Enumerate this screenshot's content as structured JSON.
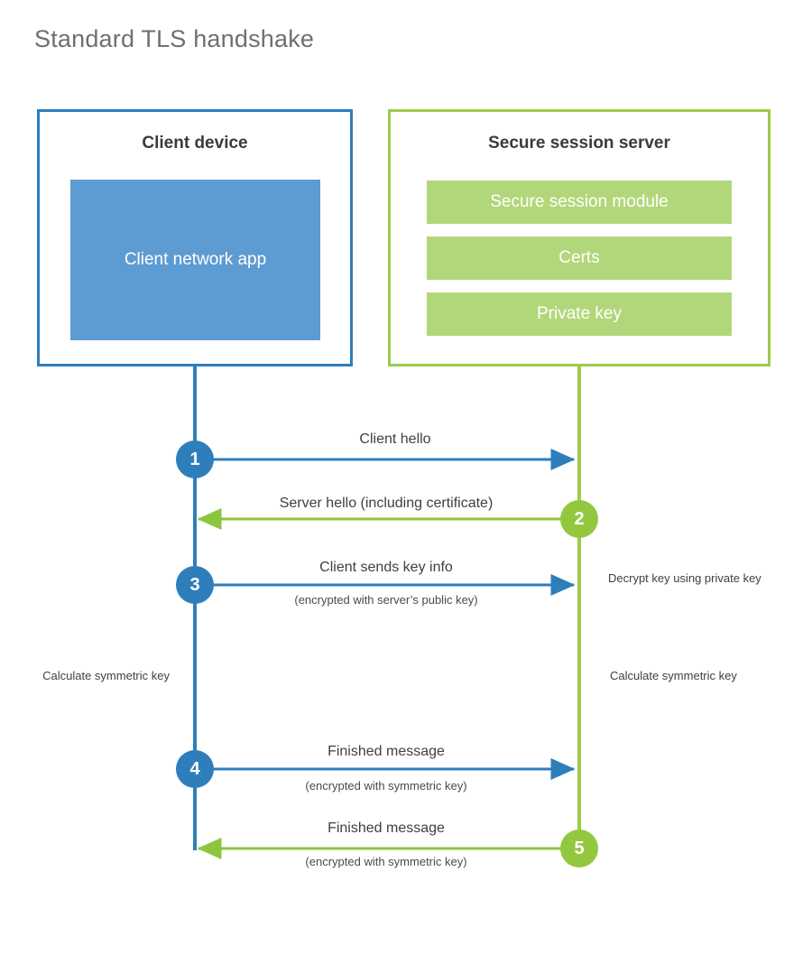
{
  "title": "Standard TLS handshake",
  "colors": {
    "client_border": "#2f7ebc",
    "client_app_fill": "#5d9bd3",
    "server_border": "#9ccb4a",
    "server_module_fill": "#b2d77a",
    "client_accent": "#2f7ebc",
    "server_accent": "#93c83e",
    "title_text": "#6f6f6f",
    "body_text": "#3f3f3f",
    "background": "#ffffff"
  },
  "participants": {
    "client": {
      "title": "Client device",
      "block_label": "Client network app"
    },
    "server": {
      "title": "Secure session server",
      "modules": [
        {
          "label": "Secure session module"
        },
        {
          "label": "Certs"
        },
        {
          "label": "Private key"
        }
      ]
    }
  },
  "steps": [
    {
      "number": "1",
      "label": "Client hello",
      "sub": "",
      "direction": "client-to-server",
      "side": "client"
    },
    {
      "number": "2",
      "label": "Server hello (including certificate)",
      "sub": "",
      "direction": "server-to-client",
      "side": "server"
    },
    {
      "number": "3",
      "label": "Client sends key info",
      "sub": "(encrypted with server’s public key)",
      "direction": "client-to-server",
      "side": "client"
    },
    {
      "number": "4",
      "label": "Finished message",
      "sub": "(encrypted with symmetric key)",
      "direction": "client-to-server",
      "side": "client"
    },
    {
      "number": "5",
      "label": "Finished message",
      "sub": "(encrypted with symmetric key)",
      "direction": "server-to-client",
      "side": "server"
    }
  ],
  "annotations": {
    "decrypt_key": "Decrypt key using private key",
    "calculate_symmetric_key_client": "Calculate symmetric key",
    "calculate_symmetric_key_server": "Calculate symmetric key"
  }
}
